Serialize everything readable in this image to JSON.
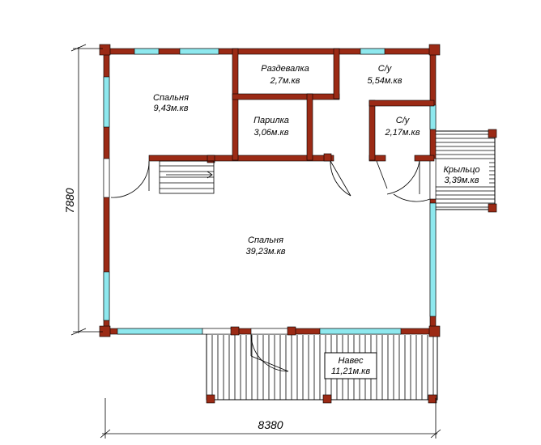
{
  "plan": {
    "dimensions": {
      "height": "7880",
      "width": "8380"
    },
    "rooms": {
      "bedroom_small": {
        "name": "Спальня",
        "area": "9,43м.кв"
      },
      "dressing": {
        "name": "Раздевалка",
        "area": "2,7м.кв"
      },
      "bathroom_top": {
        "name": "С/у",
        "area": "5,54м.кв"
      },
      "steam_room": {
        "name": "Парилка",
        "area": "3,06м.кв"
      },
      "bathroom_small": {
        "name": "С/у",
        "area": "2,17м.кв"
      },
      "porch": {
        "name": "Крыльцо",
        "area": "3,39м.кв"
      },
      "bedroom_main": {
        "name": "Спальня",
        "area": "39,23м.кв"
      },
      "canopy": {
        "name": "Навес",
        "area": "11,21м.кв"
      }
    },
    "colors": {
      "wall": "#9b2a15",
      "window": "#8ee8ee",
      "line": "#000000"
    }
  }
}
